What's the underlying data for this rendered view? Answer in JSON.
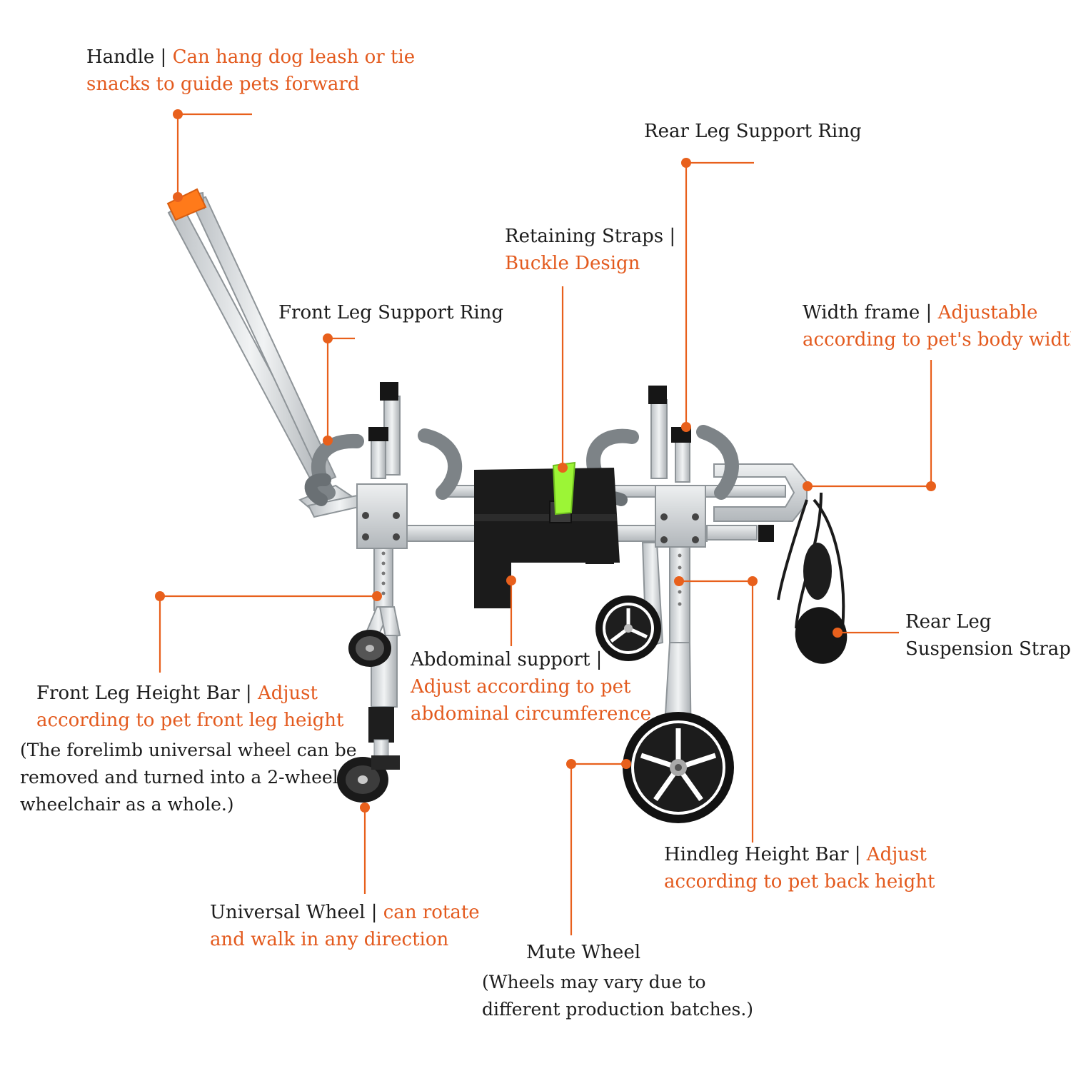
{
  "colors": {
    "accent": "#e35a1e",
    "leader": "#e8601c",
    "text": "#1c1c1c",
    "frame": "#cfd3d6",
    "frame_edge": "#8e9498",
    "foam": "#7d8387",
    "strap": "#1b1b1b",
    "buckle_green": "#9cf536",
    "handle_grip": "#ff7a1a"
  },
  "labels": {
    "handle": {
      "title": "Handle | ",
      "desc": "Can hang dog leash or tie",
      "desc2": "snacks to guide pets forward"
    },
    "rear_ring": {
      "title": "Rear Leg Support Ring"
    },
    "retaining": {
      "title": "Retaining Straps |",
      "desc": "Buckle Design"
    },
    "front_ring": {
      "title": "Front Leg Support Ring"
    },
    "width": {
      "title": "Width frame | ",
      "desc": "Adjustable",
      "desc2": "according to pet's body width"
    },
    "rear_strap": {
      "title": "Rear Leg",
      "title2": "Suspension Strap"
    },
    "abdominal": {
      "title": "Abdominal support |",
      "desc": "Adjust according to pet",
      "desc2": "abdominal circumference"
    },
    "front_height": {
      "title": "Front Leg Height Bar | ",
      "desc": "Adjust",
      "desc2": "according to pet front leg height",
      "note1": "(The forelimb universal wheel can be",
      "note2": "removed and turned into a 2-wheel",
      "note3": "wheelchair as a whole.)"
    },
    "hind_height": {
      "title": "Hindleg Height Bar | ",
      "desc": "Adjust",
      "desc2": "according to pet back height"
    },
    "universal": {
      "title": "Universal Wheel | ",
      "desc": "can rotate",
      "desc2": "and walk in any direction"
    },
    "mute": {
      "title": "Mute Wheel",
      "note1": "(Wheels may vary due to",
      "note2": "different production batches.)"
    }
  }
}
